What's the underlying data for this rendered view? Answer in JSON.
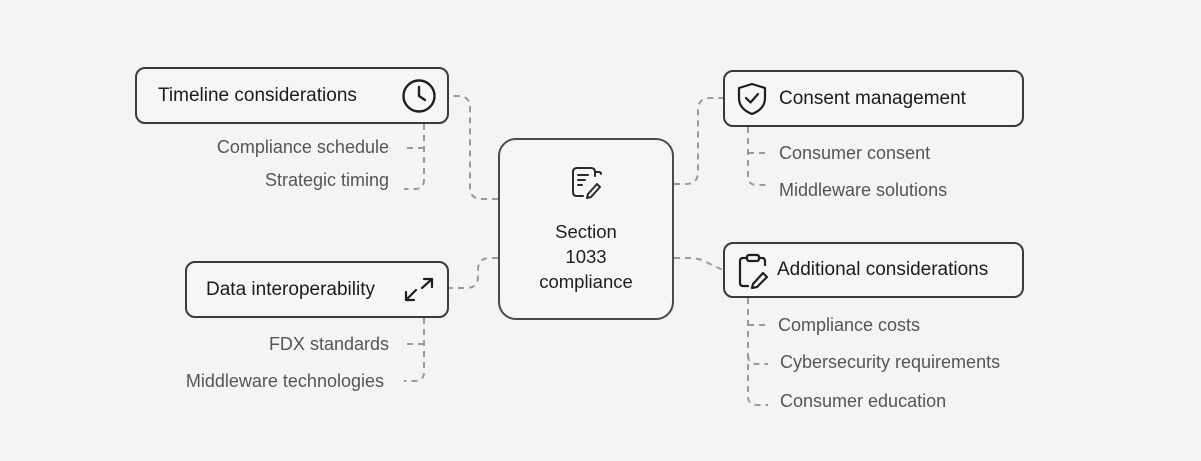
{
  "center": {
    "line1": "Section",
    "line2": "1033",
    "line3": "compliance",
    "icon": "document-edit-icon"
  },
  "branches": {
    "timeline": {
      "title": "Timeline considerations",
      "icon": "clock-icon",
      "items": [
        "Compliance schedule",
        "Strategic timing"
      ]
    },
    "interop": {
      "title": "Data interoperability",
      "icon": "expand-arrows-icon",
      "items": [
        "FDX standards",
        "Middleware technologies"
      ]
    },
    "consent": {
      "title": "Consent management",
      "icon": "shield-check-icon",
      "items": [
        "Consumer consent",
        "Middleware solutions"
      ]
    },
    "additional": {
      "title": "Additional considerations",
      "icon": "clipboard-edit-icon",
      "items": [
        "Compliance costs",
        "Cybersecurity requirements",
        "Consumer education"
      ]
    }
  },
  "colors": {
    "line": "#9a9a9a",
    "border": "#3a3a3a",
    "background": "#f4f4f4"
  }
}
